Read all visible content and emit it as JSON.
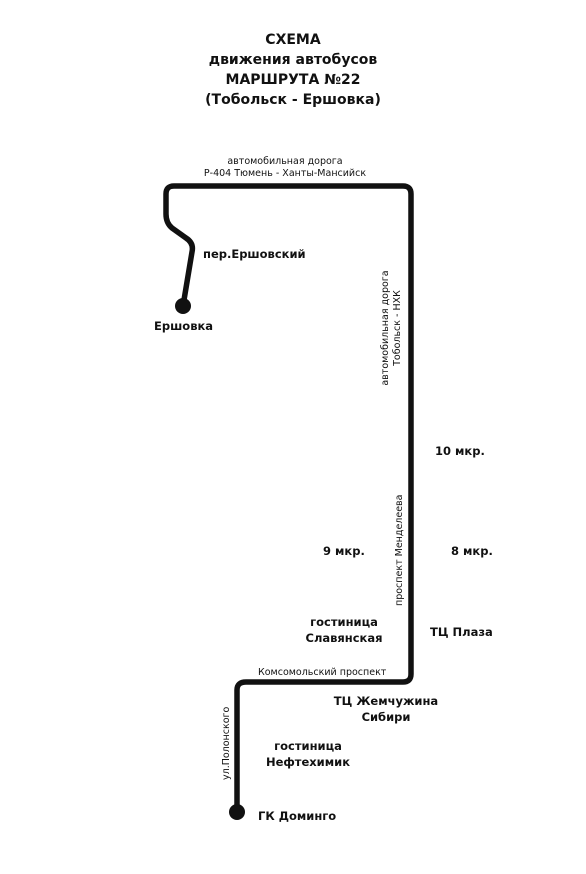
{
  "title": {
    "line1": "СХЕМА",
    "line2": "движения автобусов",
    "line3": "МАРШРУТА №22",
    "line4": "(Тобольск - Ершовка)"
  },
  "roads": {
    "highway_line1": "автомобильная дорога",
    "highway_line2": "Р-404 Тюмень - Ханты-Мансийск",
    "nhk_line1": "автомобильная дорога",
    "nhk_line2": "Тобольск - НХК",
    "mendeleev": "проспект Менделеева",
    "komsomolsky": "Комсомольский проспект",
    "polonsky": "ул.Полонского",
    "ershovsky_lane": "пер.Ершовский"
  },
  "stops": {
    "ershovka": "Ершовка",
    "mkr10": "10 мкр.",
    "mkr9": "9 мкр.",
    "mkr8": "8 мкр.",
    "hotel_slav_1": "гостиница",
    "hotel_slav_2": "Славянская",
    "tc_plaza": "ТЦ Плаза",
    "tc_zhem_1": "ТЦ Жемчужина",
    "tc_zhem_2": "Сибири",
    "hotel_neft_1": "гостиница",
    "hotel_neft_2": "Нефтехимик",
    "gk_domingo": "ГК Доминго"
  },
  "colors": {
    "route": "#111111",
    "text": "#111111",
    "background": "#ffffff"
  }
}
